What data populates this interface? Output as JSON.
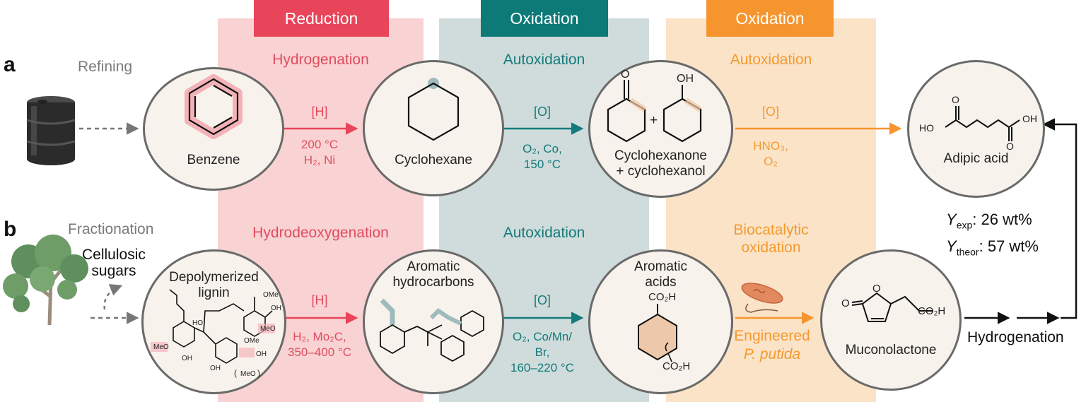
{
  "headers": {
    "reduction": "Reduction",
    "oxidation1": "Oxidation",
    "oxidation2": "Oxidation"
  },
  "row_a": {
    "letter": "a",
    "source": "Refining",
    "step1": "Hydrogenation",
    "step2": "Autoxidation",
    "step3": "Autoxidation",
    "benzene": "Benzene",
    "cyclohexane": "Cyclohexane",
    "cyclohexanone_1": "Cyclohexanone",
    "cyclohexanone_2": "+ cyclohexanol",
    "adipic": "Adipic acid",
    "arrow1_label": "[H]",
    "arrow1_cond": [
      "200 °C",
      "H₂, Ni"
    ],
    "arrow2_label": "[O]",
    "arrow2_cond": [
      "O₂, Co,",
      "150 °C"
    ],
    "arrow3_label": "[O]",
    "arrow3_cond": [
      "HNO₃,",
      "O₂"
    ]
  },
  "row_b": {
    "letter": "b",
    "source": "Fractionation",
    "sugars": [
      "Cellulosic",
      "sugars"
    ],
    "step1": "Hydrodeoxygenation",
    "step2": "Autoxidation",
    "step3": [
      "Biocatalytic",
      "oxidation"
    ],
    "lignin": [
      "Depolymerized",
      "lignin"
    ],
    "aromatic_hc": [
      "Aromatic",
      "hydrocarbons"
    ],
    "aromatic_acids": [
      "Aromatic",
      "acids"
    ],
    "muconolactone": "Muconolactone",
    "arrow1_label": "[H]",
    "arrow1_cond": [
      "H₂, Mo₂C,",
      "350–400 °C"
    ],
    "arrow2_label": "[O]",
    "arrow2_cond": [
      "O₂, Co/Mn/",
      "Br,",
      "160–220 °C"
    ],
    "engineered": [
      "Engineered",
      "P. putida"
    ],
    "hydrogenation": "Hydrogenation"
  },
  "yields": {
    "exp_sym": "Y",
    "exp_sub": "exp",
    "exp_val": ": 26 wt%",
    "theor_sym": "Y",
    "theor_sub": "theor",
    "theor_val": ": 57 wt%"
  },
  "chem": {
    "o": "O",
    "oh": "OH",
    "ho": "HO",
    "co2h": "CO₂H",
    "plus": "+",
    "ome": "OMe",
    "meo": "MeO",
    "meo_paren_open": "(",
    "meo_paren_close": ")"
  },
  "colors": {
    "reduction": "#e8455a",
    "oxidation_teal": "#0e7a78",
    "oxidation_orange": "#f6952e",
    "band_pink": "#f9d3d3",
    "band_teal": "#cfdcdb",
    "band_orange": "#fbe3c8"
  }
}
